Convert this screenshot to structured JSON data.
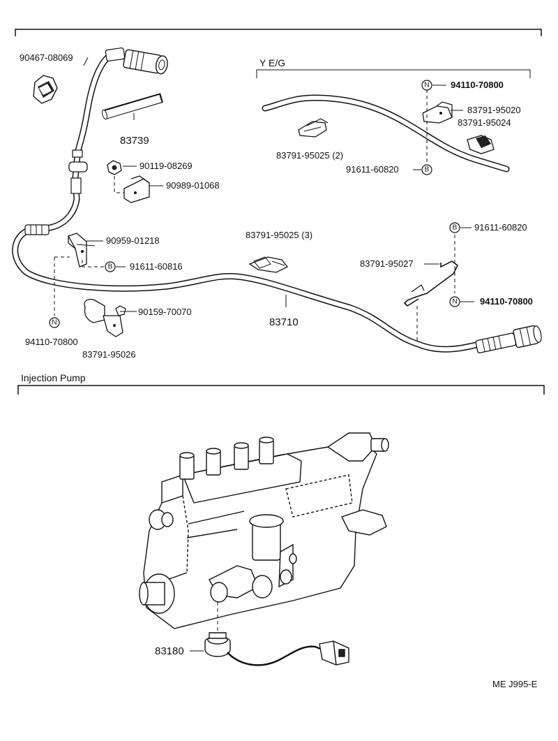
{
  "sections": {
    "main_header": "",
    "ye_g_header": "Y  E/G",
    "injection_pump_header": "Injection Pump"
  },
  "circle_letters": {
    "n": "N",
    "b": "B"
  },
  "parts": {
    "p90467_08069": "90467-08069",
    "p83739": "83739",
    "p90119_08269": "90119-08269",
    "p90989_01068": "90989-01068",
    "p90959_01218": "90959-01218",
    "p91611_60816": "91611-60816",
    "p94110_70800_left": "94110-70800",
    "p90159_70070": "90159-70070",
    "p83791_95026": "83791-95026",
    "p83710": "83710",
    "p83791_95025_3": "83791-95025 (3)",
    "p83791_95025_2": "83791-95025 (2)",
    "p94110_70800_top": "94110-70800",
    "p83791_95020": "83791-95020",
    "p83791_95024": "83791-95024",
    "p91611_60820_top": "91611-60820",
    "p91611_60820_right": "91611-60820",
    "p83791_95027": "83791-95027",
    "p94110_70800_right": "94110-70800",
    "p83180": "83180"
  },
  "footer_code": "ME  J995-E"
}
